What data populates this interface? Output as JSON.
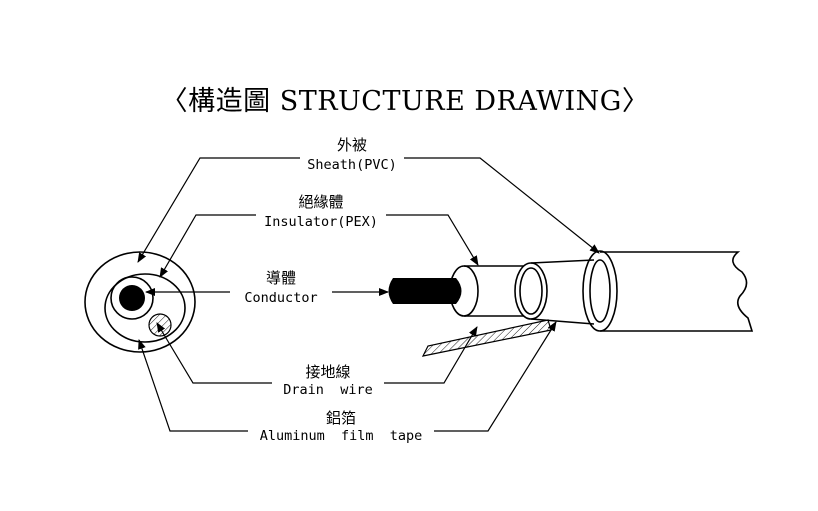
{
  "title": "〈構造圖 STRUCTURE DRAWING〉",
  "labels": {
    "sheath": {
      "zh": "外被",
      "en": "Sheath(PVC)"
    },
    "insulator": {
      "zh": "絕緣體",
      "en": "Insulator(PEX)"
    },
    "conductor": {
      "zh": "導體",
      "en": "Conductor"
    },
    "drain_wire": {
      "zh": "接地線",
      "en": "Drain  wire"
    },
    "aluminum_tape": {
      "zh": "鋁箔",
      "en": "Aluminum  film  tape"
    }
  }
}
